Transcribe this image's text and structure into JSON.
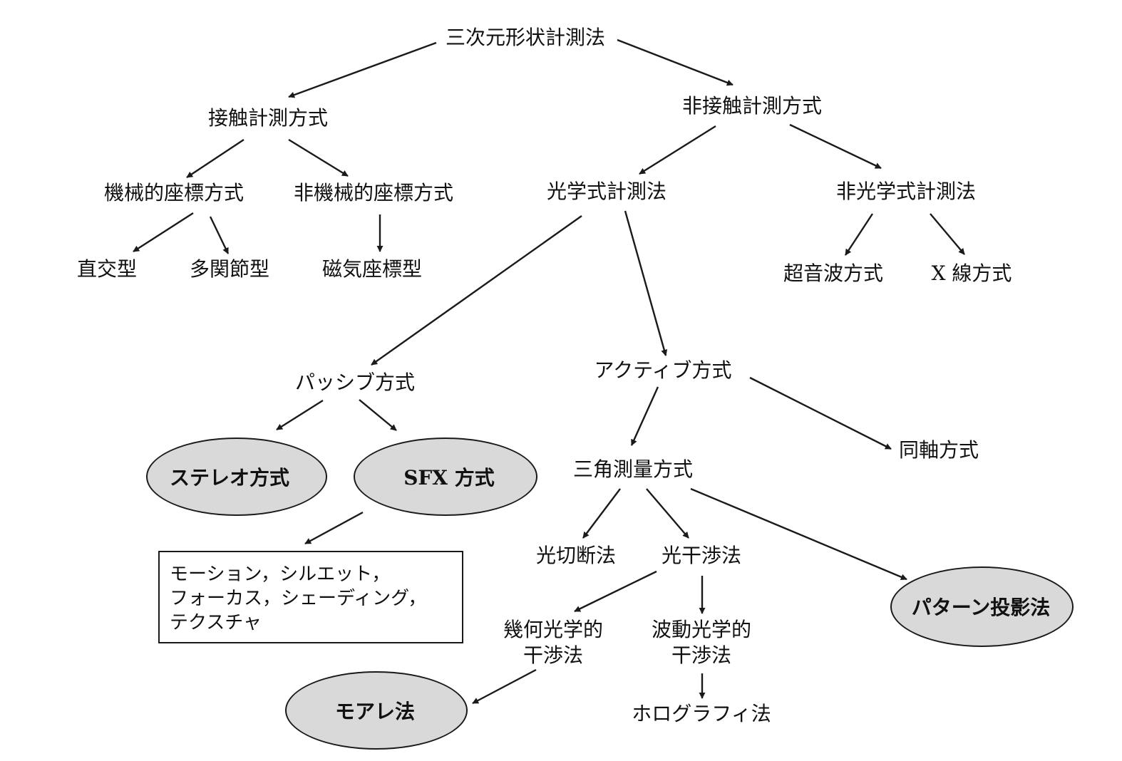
{
  "nodes": {
    "root": "三次元形状計測法",
    "contact": "接触計測方式",
    "noncontact": "非接触計測方式",
    "mech": "機械的座標方式",
    "nonmech": "非機械的座標方式",
    "optical": "光学式計測法",
    "nonoptical": "非光学式計測法",
    "ortho": "直交型",
    "multijoint": "多関節型",
    "magnetic": "磁気座標型",
    "ultrasonic": "超音波方式",
    "xray": "X 線方式",
    "passive": "パッシブ方式",
    "active": "アクティブ方式",
    "stereo": "ステレオ方式",
    "sfx": "SFX 方式",
    "coaxial": "同軸方式",
    "triangulation": "三角測量方式",
    "light_section": "光切断法",
    "light_interference": "光干渉法",
    "pattern_projection": "パターン投影法",
    "geometric_line1": "幾何光学的",
    "geometric_line2": "干渉法",
    "wave_line1": "波動光学的",
    "wave_line2": "干渉法",
    "moire": "モアレ法",
    "holography": "ホログラフィ法"
  },
  "sfx_box": {
    "line1": "モーション，シルエット，",
    "line2": "フォーカス，シェーディング，",
    "line3": "テクスチャ"
  },
  "colors": {
    "ellipse_fill": "#d9d9d9",
    "stroke": "#1a1a1a",
    "text": "#111111",
    "background": "#ffffff"
  }
}
